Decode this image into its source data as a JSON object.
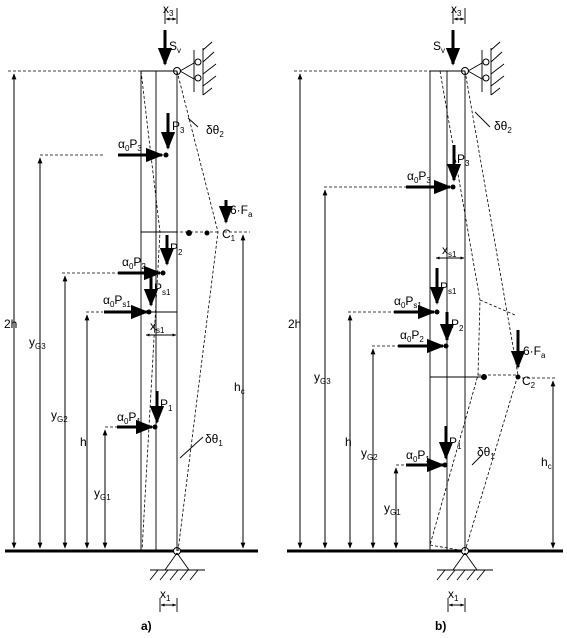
{
  "panel_a": {
    "caption": "a)",
    "labels": {
      "sv": "S",
      "sv_sub": "v",
      "x3": "x",
      "x3_sub": "3",
      "x1": "x",
      "x1_sub": "1",
      "xs1": "x",
      "xs1_sub": "s1",
      "dtheta2": "δθ",
      "dtheta2_sub": "2",
      "dtheta1": "δθ",
      "dtheta1_sub": "1",
      "p3": "P",
      "p3_sub": "3",
      "p2": "P",
      "p2_sub": "2",
      "ps1": "P",
      "ps1_sub": "s1",
      "p1": "P",
      "p1_sub": "1",
      "ap3": "α",
      "ap3_mid": "0",
      "ap3_main": "P",
      "ap3_sub": "3",
      "ap2": "α",
      "ap2_mid": "0",
      "ap2_main": "P",
      "ap2_sub": "2",
      "aps1": "α",
      "aps1_mid": "0",
      "aps1_main": "P",
      "aps1_sub": "s1",
      "ap1": "α",
      "ap1_mid": "0",
      "ap1_main": "P",
      "ap1_sub": "1",
      "fa": "6·F",
      "fa_sub": "a",
      "c": "C",
      "c_sub": "1",
      "two_h": "2h",
      "yg3": "y",
      "yg3_sub": "G3",
      "yg2": "y",
      "yg2_sub": "G2",
      "yg1": "y",
      "yg1_sub": "G1",
      "h": "h",
      "hc": "h",
      "hc_sub": "c"
    }
  },
  "panel_b": {
    "caption": "b)",
    "labels": {
      "sv": "S",
      "sv_sub": "v",
      "x3": "x",
      "x3_sub": "3",
      "x1": "x",
      "x1_sub": "1",
      "xs1": "x",
      "xs1_sub": "s1",
      "dtheta2": "δθ",
      "dtheta2_sub": "2",
      "dtheta1": "δθ",
      "dtheta1_sub": "1",
      "p3": "P",
      "p3_sub": "3",
      "ps1": "P",
      "ps1_sub": "s1",
      "p2": "P",
      "p2_sub": "2",
      "p1": "P",
      "p1_sub": "1",
      "ap3": "α",
      "ap3_mid": "0",
      "ap3_main": "P",
      "ap3_sub": "3",
      "aps1": "α",
      "aps1_mid": "0",
      "aps1_main": "P",
      "aps1_sub": "s1",
      "ap2": "α",
      "ap2_mid": "0",
      "ap2_main": "P",
      "ap2_sub": "2",
      "ap1": "α",
      "ap1_mid": "0",
      "ap1_main": "P",
      "ap1_sub": "1",
      "fa": "6·F",
      "fa_sub": "a",
      "c": "C",
      "c_sub": "2",
      "two_h": "2h",
      "yg3": "y",
      "yg3_sub": "G3",
      "yg2": "y",
      "yg2_sub": "G2",
      "yg1": "y",
      "yg1_sub": "G1",
      "h": "h",
      "hc": "h",
      "hc_sub": "c"
    }
  }
}
